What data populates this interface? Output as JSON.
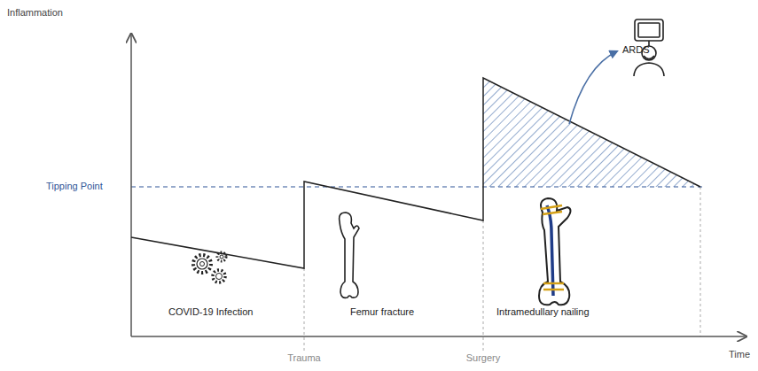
{
  "diagram": {
    "labels": [
      "Inflammation",
      "Tipping Point",
      "ARDS",
      "COVID-19 Infection",
      "Trauma",
      "Femur fracture",
      "Surgery",
      "Intramedullary nailing",
      "Time"
    ]
  }
}
